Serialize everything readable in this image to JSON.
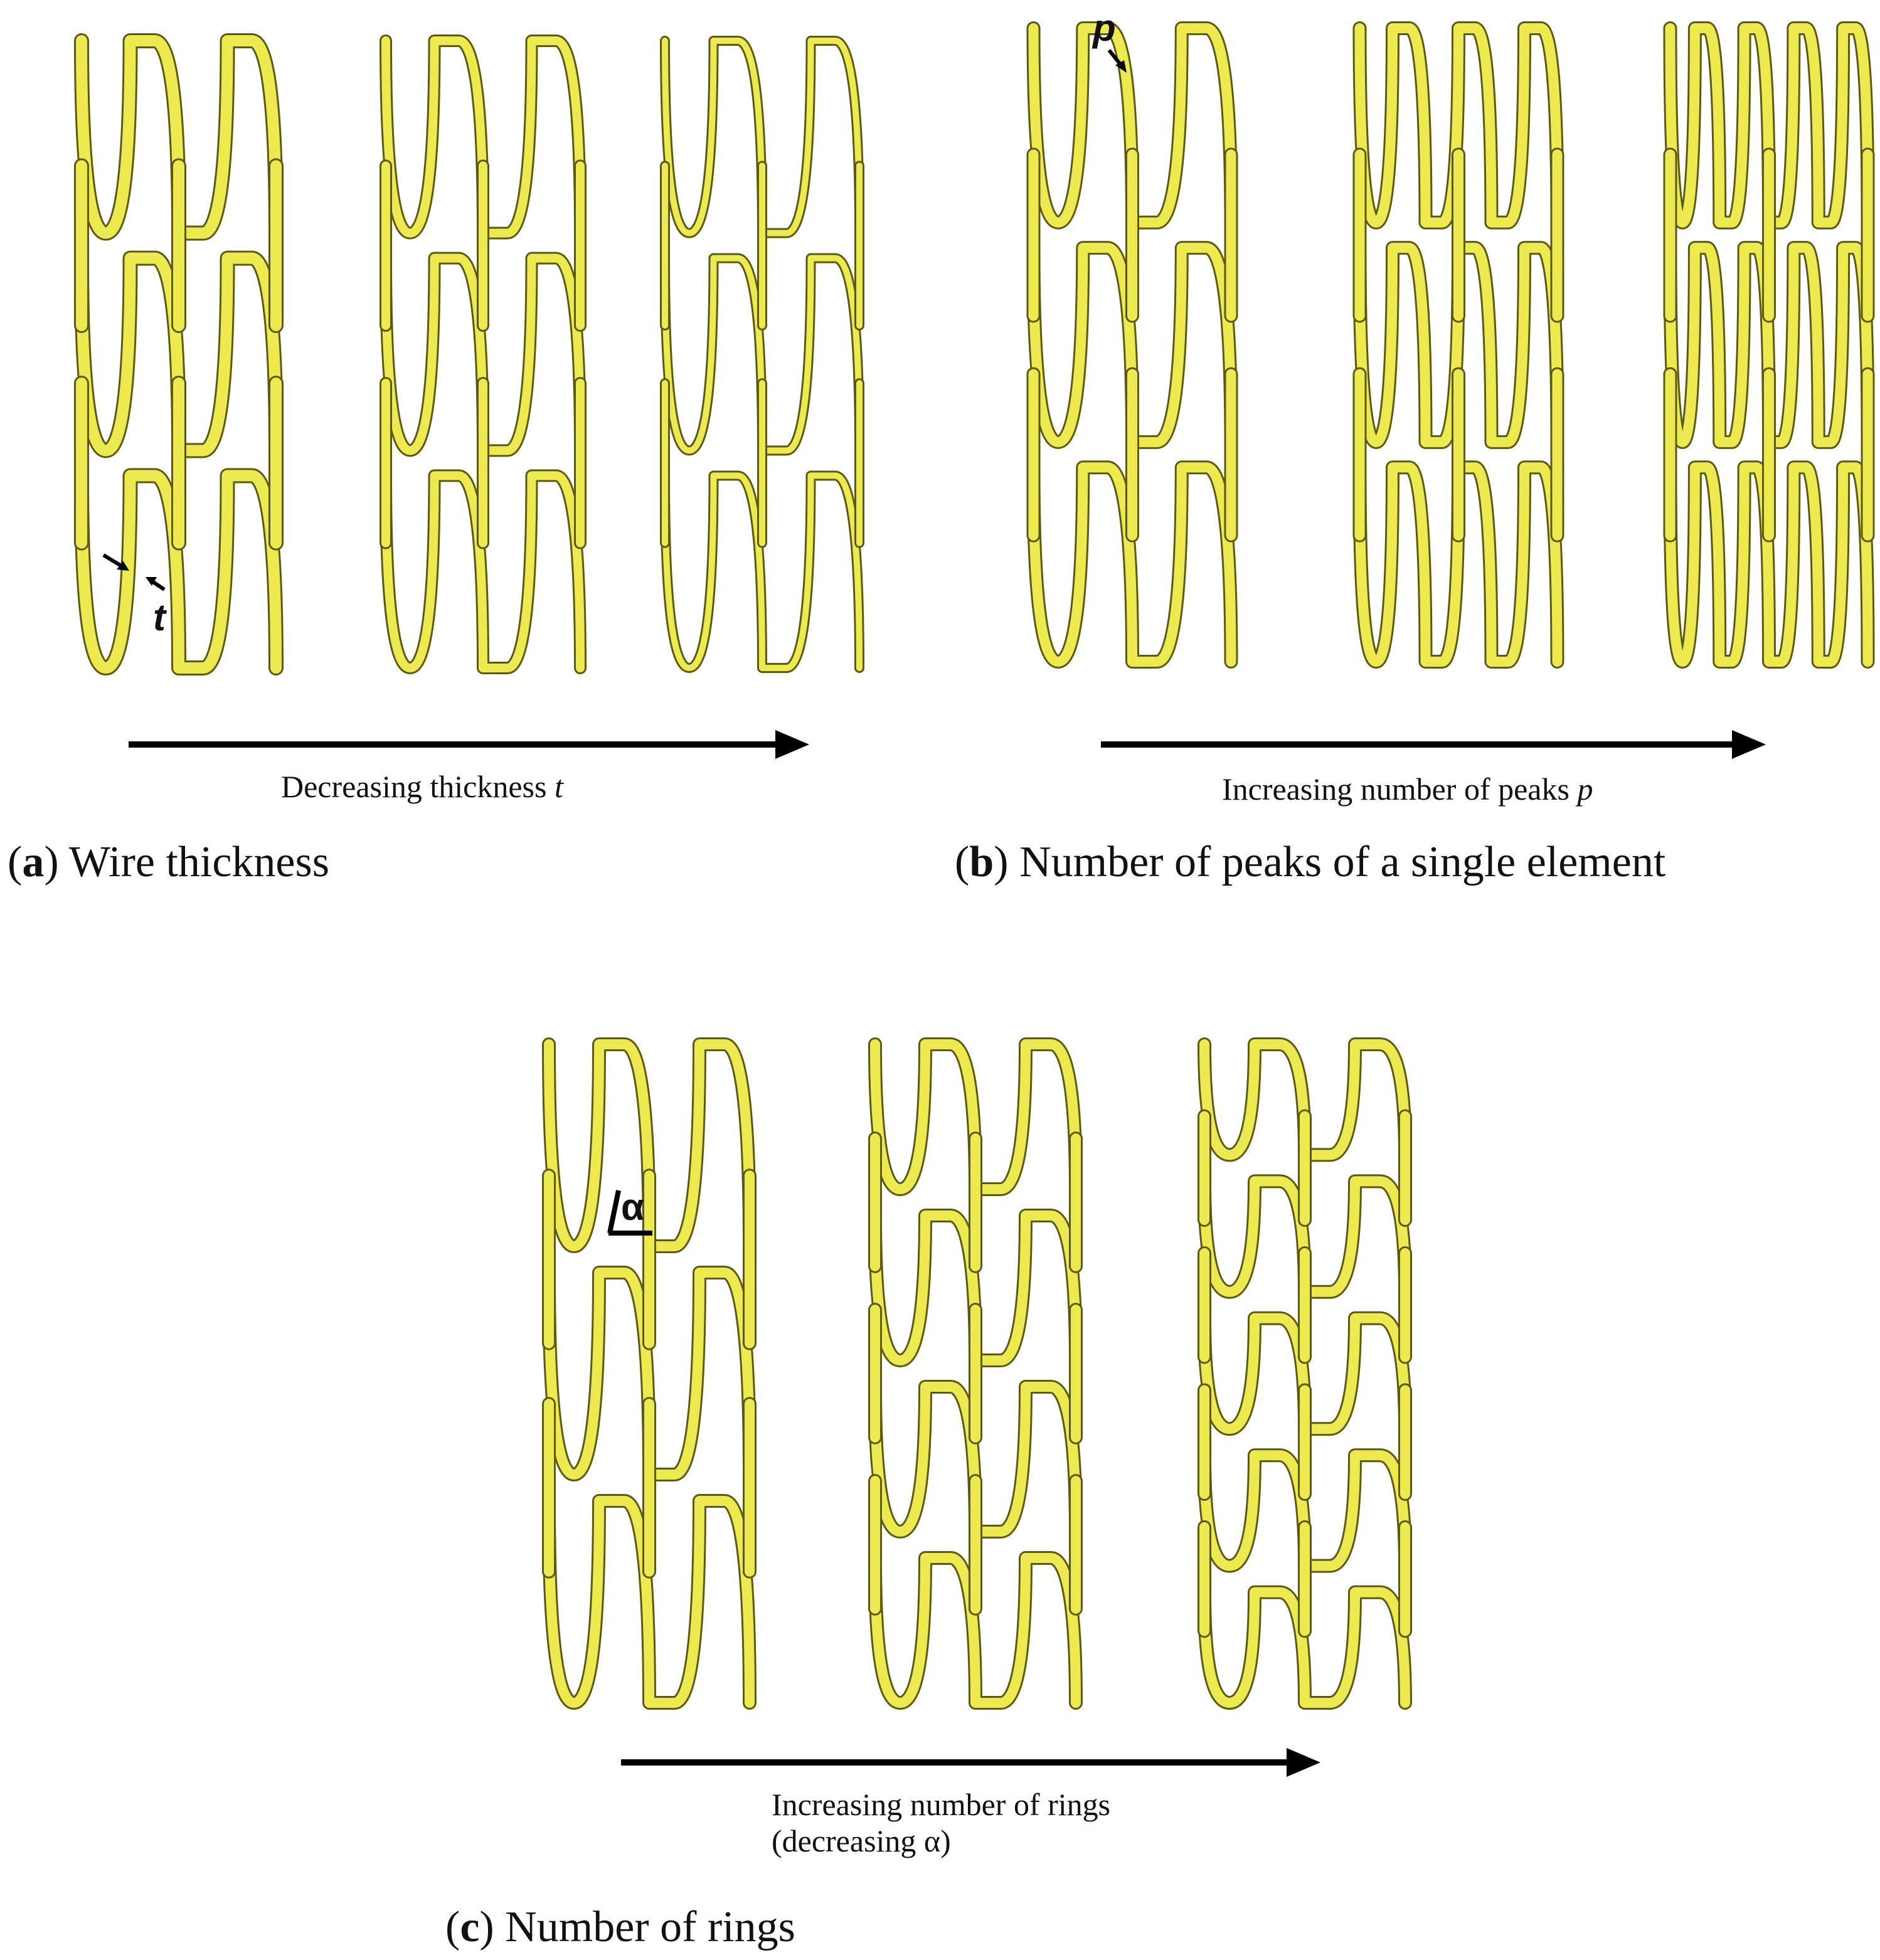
{
  "colors": {
    "wire": "#ECEA4E",
    "wire_edge": "#5C5A12",
    "arrow": "#000000"
  },
  "panels": {
    "a": {
      "arrow_label": "Decreasing thickness",
      "arrow_var": "t",
      "caption_letter": "a",
      "caption_text": "Wire thickness",
      "marker": "t",
      "stents": [
        {
          "rings": 3,
          "peaks": 2,
          "wire": 18
        },
        {
          "rings": 3,
          "peaks": 2,
          "wire": 14
        },
        {
          "rings": 3,
          "peaks": 2,
          "wire": 10
        }
      ]
    },
    "b": {
      "arrow_label": "Increasing number of peaks",
      "arrow_var": "p",
      "caption_letter": "b",
      "caption_text": "Number of peaks of a single element",
      "marker": "p",
      "stents": [
        {
          "rings": 3,
          "peaks": 2,
          "wire": 16
        },
        {
          "rings": 3,
          "peaks": 3,
          "wire": 16
        },
        {
          "rings": 3,
          "peaks": 4,
          "wire": 16
        }
      ]
    },
    "c": {
      "arrow_label_line1": "Increasing number of rings",
      "arrow_label_line2": "(decreasing α)",
      "caption_letter": "c",
      "caption_text": "Number of rings",
      "marker": "α",
      "stents": [
        {
          "rings": 3,
          "peaks": 2,
          "wire": 16
        },
        {
          "rings": 4,
          "peaks": 2,
          "wire": 16
        },
        {
          "rings": 5,
          "peaks": 2,
          "wire": 16
        }
      ]
    }
  }
}
